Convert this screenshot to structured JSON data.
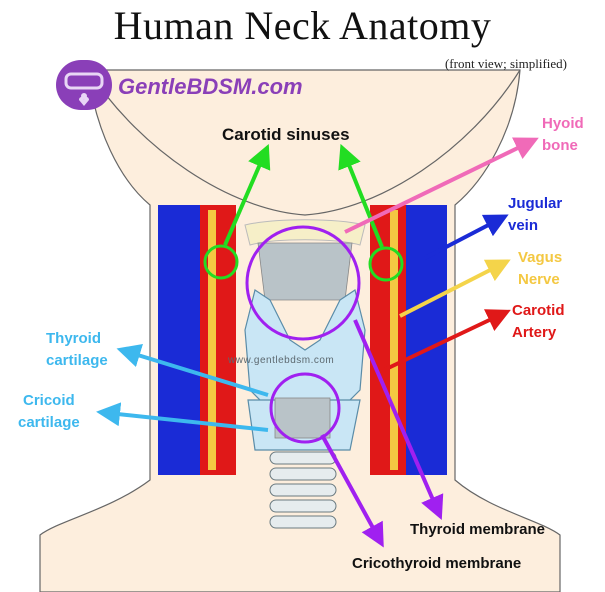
{
  "title": "Human Neck Anatomy",
  "subtitle": "(front view; simplified)",
  "logo": {
    "text": "GentleBDSM.com",
    "watermark": "www.gentlebdsm.com"
  },
  "labels": {
    "carotid_sinuses": "Carotid sinuses",
    "hyoid_line1": "Hyoid",
    "hyoid_line2": "bone",
    "jugular_line1": "Jugular",
    "jugular_line2": "vein",
    "vagus_line1": "Vagus",
    "vagus_line2": "Nerve",
    "carotid_line1": "Carotid",
    "carotid_line2": "Artery",
    "thyroid_cart_line1": "Thyroid",
    "thyroid_cart_line2": "cartilage",
    "cricoid_line1": "Cricoid",
    "cricoid_line2": "cartilage",
    "thyroid_membrane": "Thyroid membrane",
    "cricothyroid_membrane": "Cricothyroid membrane"
  },
  "colors": {
    "skin": "#fdeedd",
    "jugular": "#1a2bd6",
    "vagus": "#f4c842",
    "carotid": "#e01818",
    "hyoid": "#f06ab8",
    "cartilage": "#3db8ee",
    "sinus": "#22dd22",
    "membrane": "#a020f0"
  }
}
